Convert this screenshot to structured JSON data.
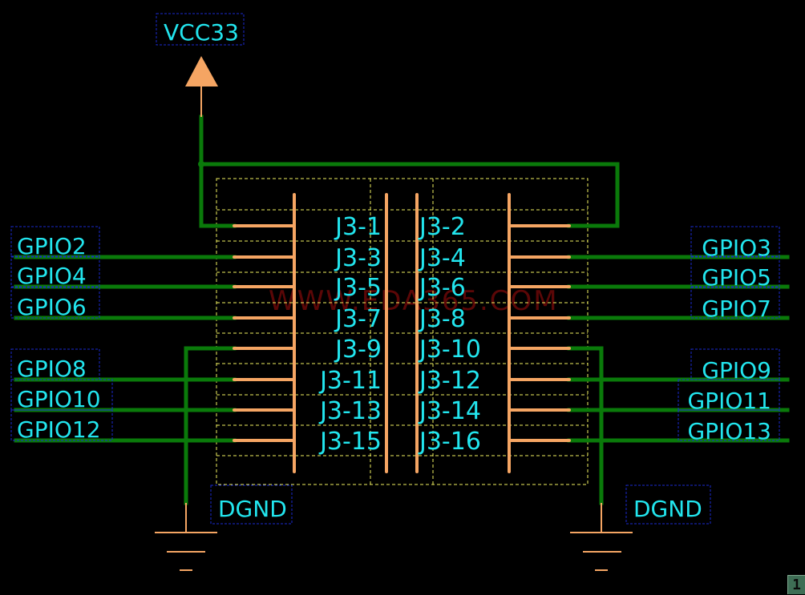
{
  "schematic": {
    "colors": {
      "background": "#000000",
      "wire": "#0a7a0a",
      "pin": "#f5a563",
      "label": "#22e5ee",
      "label_box": "#1a2ad0",
      "outline": "#f0f060",
      "watermark": "#7a0a0a"
    },
    "watermark": "WWW.EDA365.COM",
    "power": {
      "net": "VCC33",
      "symbol": "power-arrow"
    },
    "grounds": [
      {
        "net": "DGND",
        "side": "left"
      },
      {
        "net": "DGND",
        "side": "right"
      }
    ],
    "connector": {
      "designator": "J3",
      "pins": [
        {
          "label": "J3-1",
          "side": "left",
          "net": "VCC33"
        },
        {
          "label": "J3-2",
          "side": "right",
          "net": "VCC33"
        },
        {
          "label": "J3-3",
          "side": "left",
          "net": "GPIO2"
        },
        {
          "label": "J3-4",
          "side": "right",
          "net": "GPIO3"
        },
        {
          "label": "J3-5",
          "side": "left",
          "net": "GPIO4"
        },
        {
          "label": "J3-6",
          "side": "right",
          "net": "GPIO5"
        },
        {
          "label": "J3-7",
          "side": "left",
          "net": "GPIO6"
        },
        {
          "label": "J3-8",
          "side": "right",
          "net": "GPIO7"
        },
        {
          "label": "J3-9",
          "side": "left",
          "net": "DGND"
        },
        {
          "label": "J3-10",
          "side": "right",
          "net": "DGND"
        },
        {
          "label": "J3-11",
          "side": "left",
          "net": "GPIO8"
        },
        {
          "label": "J3-12",
          "side": "right",
          "net": "GPIO9"
        },
        {
          "label": "J3-13",
          "side": "left",
          "net": "GPIO10"
        },
        {
          "label": "J3-14",
          "side": "right",
          "net": "GPIO11"
        },
        {
          "label": "J3-15",
          "side": "left",
          "net": "GPIO12"
        },
        {
          "label": "J3-16",
          "side": "right",
          "net": "GPIO13"
        }
      ]
    },
    "net_labels": {
      "left": [
        "GPIO2",
        "GPIO4",
        "GPIO6",
        "GPIO8",
        "GPIO10",
        "GPIO12"
      ],
      "right": [
        "GPIO3",
        "GPIO5",
        "GPIO7",
        "GPIO9",
        "GPIO11",
        "GPIO13"
      ]
    }
  },
  "statusbar": {
    "page_button": "1"
  }
}
